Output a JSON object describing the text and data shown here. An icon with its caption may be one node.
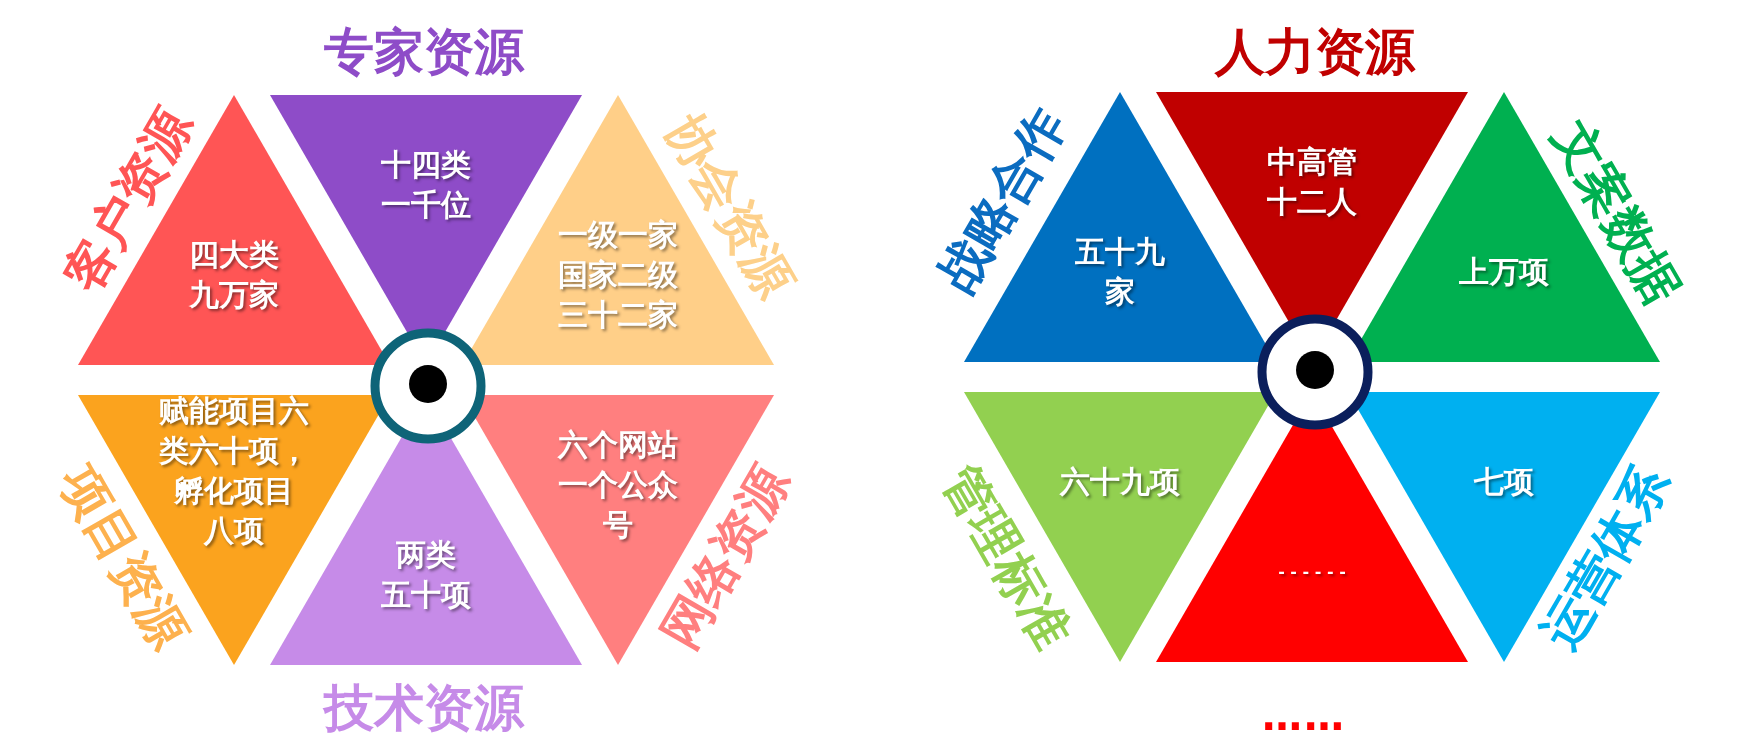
{
  "diagram": {
    "nodes": [
      {
        "text": [
          "客户资源",
          "四大类九万家"
        ]
      },
      {
        "text": [
          "专家资源",
          "十四类一千位"
        ]
      },
      {
        "text": [
          "协会资源",
          "一级一家国家二级三十二家"
        ]
      },
      {
        "text": [
          "项目资源",
          "赋能项目六类六十项，孵化项目八项"
        ]
      },
      {
        "text": [
          "两类五十项",
          "技术资源"
        ]
      },
      {
        "text": [
          "网络资源",
          "六个网站一个公众号"
        ]
      },
      {
        "text": [
          "战略合作",
          "五十九家"
        ]
      },
      {
        "text": [
          "人力资源",
          "中高管十二人"
        ]
      },
      {
        "text": [
          "文案数据",
          "上万项"
        ]
      },
      {
        "text": [
          "管理标准",
          "六十九项"
        ]
      },
      {
        "text": [
          "- - - - - -",
          "……"
        ]
      },
      {
        "text": [
          "运营体系",
          "七项"
        ]
      }
    ]
  }
}
